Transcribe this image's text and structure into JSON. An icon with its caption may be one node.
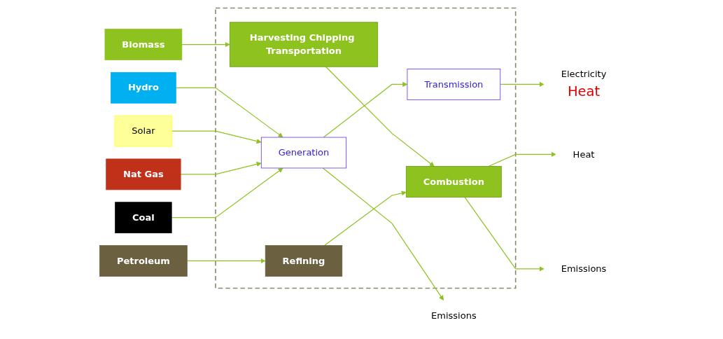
{
  "diagram": {
    "nodes": [
      {
        "text": [
          "Hydro"
        ]
      },
      {
        "text": [
          "Solar"
        ]
      },
      {
        "text": [
          "Nat Gas"
        ]
      },
      {
        "text": [
          "Coal"
        ]
      },
      {
        "text": [
          "Biomass"
        ]
      },
      {
        "text": [
          "Petroleum"
        ]
      },
      {
        "text": [],
        "shape": "box"
      },
      {
        "text": [
          "Generation"
        ],
        "in": 6
      },
      {
        "text": [
          "Transmission"
        ],
        "in": 6
      },
      {
        "text": [
          "Harvesting Chipping Transportation"
        ],
        "in": 6
      },
      {
        "text": [
          "Refining"
        ],
        "in": 6
      },
      {
        "text": [
          "Combustion"
        ],
        "in": 6
      },
      {
        "text": [
          "Emissions"
        ]
      },
      {
        "text": [
          "Electricity",
          "Heat"
        ]
      },
      {
        "text": [
          "Heat"
        ]
      },
      {
        "text": [
          "Emissions"
        ]
      }
    ],
    "edges": [
      {
        "from": 0,
        "to": 7,
        "arrow": "to"
      },
      {
        "from": 1,
        "to": 7,
        "arrow": "to"
      },
      {
        "from": 2,
        "to": 7,
        "arrow": "to"
      },
      {
        "from": 3,
        "to": 7,
        "arrow": "to"
      },
      {
        "from": 7,
        "to": 8,
        "arrow": "to"
      },
      {
        "from": 7,
        "to": 12,
        "arrow": "to"
      },
      {
        "from": 8,
        "to": 13,
        "arrow": "to"
      },
      {
        "from": 4,
        "to": 9,
        "arrow": "to"
      },
      {
        "from": 5,
        "to": 10,
        "arrow": "to"
      },
      {
        "from": 9,
        "to": 11,
        "arrow": "to"
      },
      {
        "from": 10,
        "to": 11,
        "arrow": "to"
      },
      {
        "from": 11,
        "to": 14,
        "arrow": "to"
      },
      {
        "from": 11,
        "to": 15,
        "arrow": "to"
      }
    ]
  }
}
